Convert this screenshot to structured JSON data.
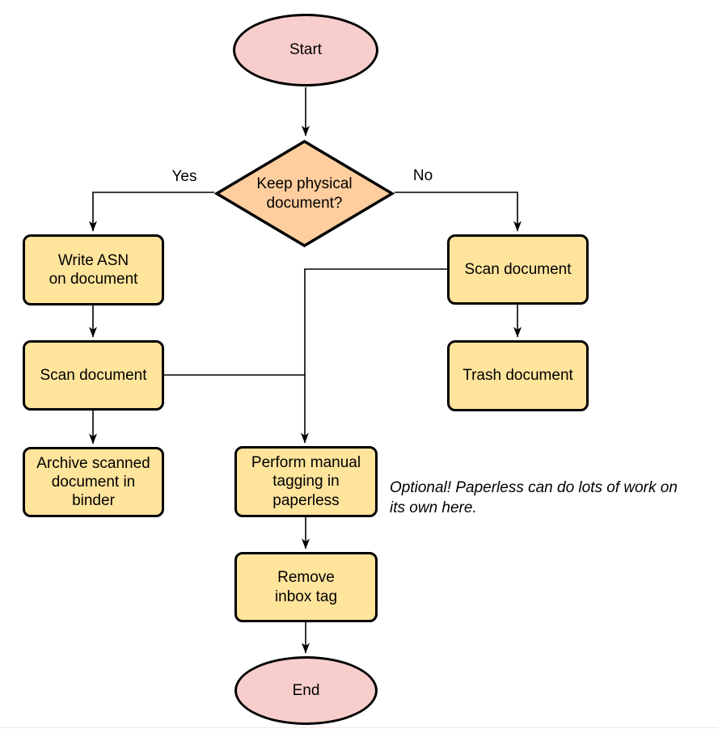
{
  "diagram": {
    "nodes": {
      "start": {
        "type": "terminal",
        "label": "Start"
      },
      "decision": {
        "type": "decision",
        "label": "Keep physical\ndocument?"
      },
      "write_asn": {
        "type": "process",
        "label": "Write ASN\non document"
      },
      "scan_left": {
        "type": "process",
        "label": "Scan document"
      },
      "archive": {
        "type": "process",
        "label": "Archive scanned\ndocument in\nbinder"
      },
      "scan_right": {
        "type": "process",
        "label": "Scan document"
      },
      "trash": {
        "type": "process",
        "label": "Trash document"
      },
      "perform": {
        "type": "process",
        "label": "Perform manual\ntagging in\npaperless"
      },
      "remove": {
        "type": "process",
        "label": "Remove\ninbox tag"
      },
      "end": {
        "type": "terminal",
        "label": "End"
      }
    },
    "edge_labels": {
      "yes": "Yes",
      "no": "No"
    },
    "edges": [
      {
        "from": "start",
        "to": "decision"
      },
      {
        "from": "decision",
        "to": "write_asn",
        "label": "Yes"
      },
      {
        "from": "decision",
        "to": "scan_right",
        "label": "No"
      },
      {
        "from": "write_asn",
        "to": "scan_left"
      },
      {
        "from": "scan_left",
        "to": "archive"
      },
      {
        "from": "scan_left",
        "to": "perform"
      },
      {
        "from": "scan_right",
        "to": "trash"
      },
      {
        "from": "scan_right",
        "to": "perform"
      },
      {
        "from": "perform",
        "to": "remove"
      },
      {
        "from": "remove",
        "to": "end"
      }
    ],
    "annotation": "Optional! Paperless can do lots of work on\nits own here."
  },
  "colors": {
    "terminal_fill": "#f8cecc",
    "decision_fill": "#ffce9e",
    "process_fill": "#ffe49c",
    "shape_stroke": "#000000",
    "edge_stroke": "#000000"
  }
}
